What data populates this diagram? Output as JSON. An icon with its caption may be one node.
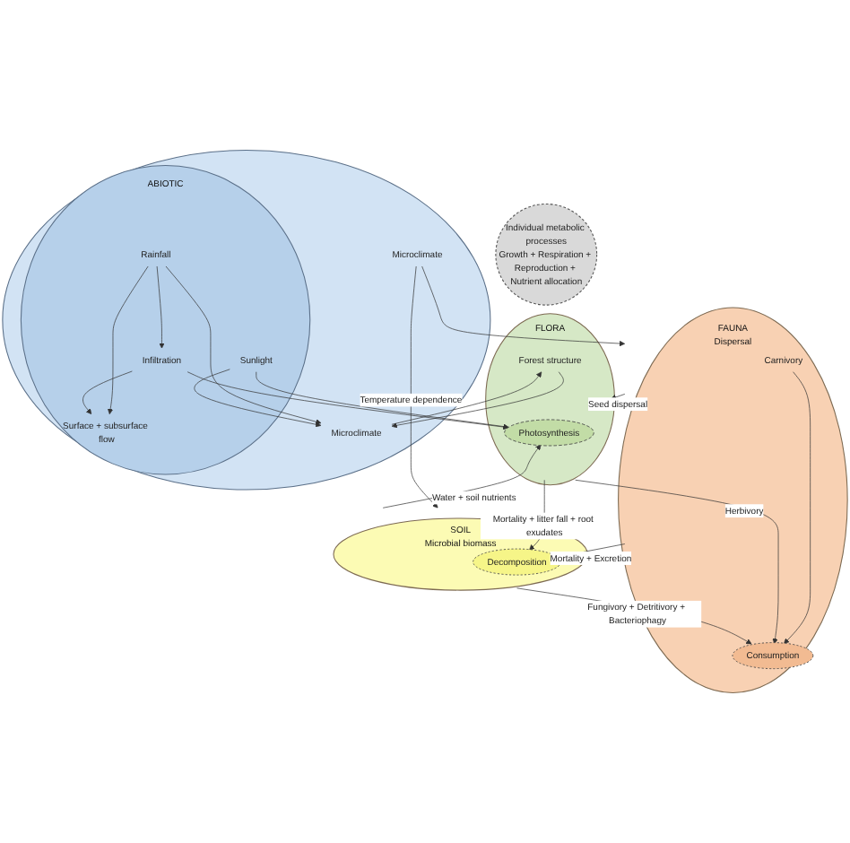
{
  "diagram": {
    "nodes": [
      {
        "text": [
          "Individual metabolic processes",
          "Growth + Respiration + Reproduction + Nutrient allocation"
        ]
      },
      {
        "text": [
          "FLORA"
        ]
      },
      {
        "text": [
          "Photosynthesis"
        ],
        "in": 1
      },
      {
        "text": [
          "Forest structure"
        ],
        "in": 1
      },
      {
        "text": [],
        "shape": "circle"
      },
      {
        "text": [
          "Microclimate"
        ],
        "in": 4
      },
      {
        "text": [
          "ABIOTIC"
        ],
        "in": 4
      },
      {
        "text": [
          "Rainfall"
        ],
        "in": 6
      },
      {
        "text": [
          "Sunlight"
        ],
        "in": 6
      },
      {
        "text": [
          "Infiltration"
        ],
        "in": 6
      },
      {
        "text": [
          "Surface + subsurface flow"
        ],
        "in": 6
      },
      {
        "text": [
          "Microclimate"
        ],
        "in": 4
      },
      {
        "text": [
          "SOIL",
          "Microbial biomass"
        ]
      },
      {
        "text": [
          "Decomposition"
        ],
        "in": 12
      },
      {
        "text": [
          "FAUNA",
          "Dispersal"
        ]
      },
      {
        "text": [
          "Carnivory"
        ],
        "in": 14
      },
      {
        "text": [
          "Consumption"
        ],
        "in": 14
      }
    ],
    "edges": [
      {
        "from": 3,
        "to": 5,
        "arrow": "to"
      },
      {
        "from": 5,
        "to": 3,
        "arrow": "to"
      },
      {
        "from": 7,
        "to": 5,
        "arrow": "to"
      },
      {
        "from": 8,
        "to": 5,
        "arrow": "to"
      },
      {
        "from": 8,
        "to": 2,
        "arrow": "to"
      },
      {
        "from": 7,
        "to": 9,
        "arrow": "to"
      },
      {
        "from": 7,
        "to": 10,
        "arrow": "to"
      },
      {
        "from": 9,
        "to": 10,
        "arrow": "to"
      },
      {
        "from": 1,
        "to": 13,
        "arrow": "to",
        "label": "Mortality + litter fall + root exudates"
      },
      {
        "from": 12,
        "to": 2,
        "arrow": "to",
        "label": "Water + soil nutrients"
      },
      {
        "from": 9,
        "to": 2,
        "arrow": "to"
      },
      {
        "from": 14,
        "to": 1,
        "arrow": "to",
        "label": "Seed dispersal"
      },
      {
        "from": 1,
        "to": 16,
        "arrow": "to",
        "label": "Herbivory"
      },
      {
        "from": 15,
        "to": 16,
        "arrow": "to"
      },
      {
        "from": 11,
        "to": 12,
        "arrow": "to",
        "label": "Temperature dependence"
      },
      {
        "from": 11,
        "to": 14,
        "arrow": "to"
      },
      {
        "from": 12,
        "to": 16,
        "arrow": "to",
        "label": "Fungivory + Detritivory + Bacteriophagy"
      },
      {
        "from": 14,
        "to": 13,
        "arrow": "to",
        "label": "Mortality + Excretion"
      }
    ]
  }
}
